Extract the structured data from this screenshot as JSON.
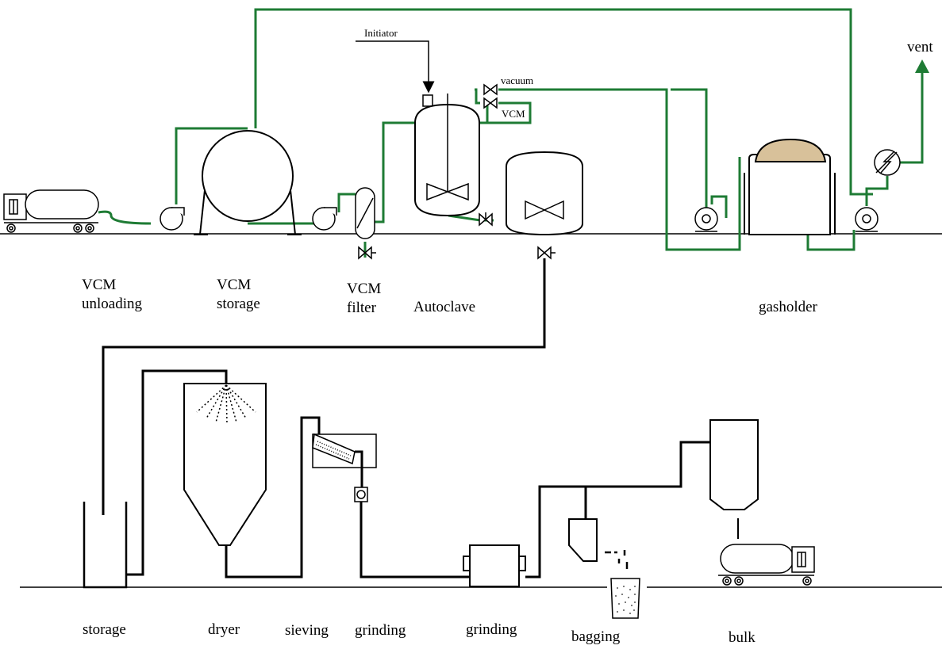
{
  "colors": {
    "process": "#000000",
    "gas": "#1e7b34",
    "gasholder_fill": "#d8c19a"
  },
  "labels": {
    "vcm_unloading": [
      "VCM",
      "unloading"
    ],
    "vcm_storage": [
      "VCM",
      "storage"
    ],
    "vcm_filter": [
      "VCM",
      "filter"
    ],
    "autoclave": "Autoclave",
    "gasholder": "gasholder",
    "initiator": "Initiator",
    "vacuum": "vacuum",
    "vcm_feed": "VCM",
    "vent": "vent",
    "storage": "storage",
    "dryer": "dryer",
    "sieving": "sieving",
    "grinding_1": "grinding",
    "grinding_2": "grinding",
    "bagging": "bagging",
    "bulk": "bulk"
  }
}
